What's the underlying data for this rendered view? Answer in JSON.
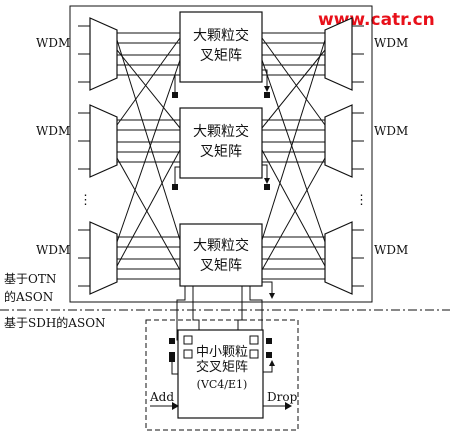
{
  "watermark": "www.catr.cn",
  "wdm_label": "WDM",
  "large_switch": {
    "line1": "大颗粒交",
    "line2": "叉矩阵"
  },
  "small_switch": {
    "line1": "中小颗粒",
    "line2": "交叉矩阵",
    "line3": "(VC4/E1)"
  },
  "otn_label": {
    "line1": "基于OTN",
    "line2": "的ASON"
  },
  "sdh_label": "基于SDH的ASON",
  "ellipsis": "⋮",
  "add_label": "Add",
  "drop_label": "Drop"
}
